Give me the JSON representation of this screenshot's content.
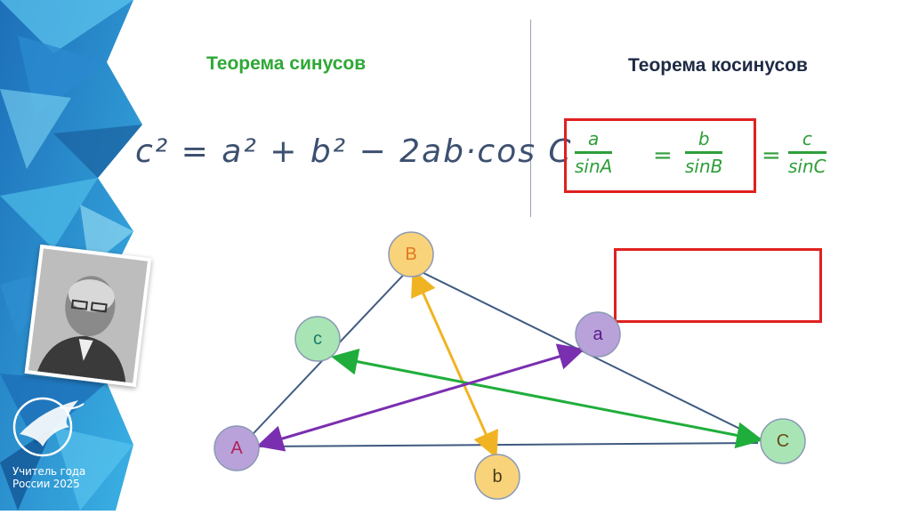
{
  "titles": {
    "sine_theorem": "Теорема синусов",
    "cosine_theorem": "Теорема косинусов"
  },
  "formulas": {
    "cosine": "c² = a² + b² − 2ab·cos C",
    "sine": {
      "frac1": {
        "num": "a",
        "den": "sinA"
      },
      "eq1": "=",
      "frac2": {
        "num": "b",
        "den": "sinB"
      },
      "eq2": "=",
      "frac3": {
        "num": "c",
        "den": "sinC"
      }
    }
  },
  "triangle": {
    "vertices": {
      "A": "A",
      "B": "B",
      "C": "C"
    },
    "sides": {
      "a": "a",
      "b": "b",
      "c": "c"
    }
  },
  "logo": {
    "line1": "Учитель года",
    "line2": "России 2025"
  },
  "colors": {
    "sine_title": "#2ea836",
    "cosine_title": "#1f2a44",
    "frame_red": "#e02020",
    "handwriting_green": "#2f9e3a",
    "handwriting_blue": "#3c5070",
    "node_orange_fill": "#f9d37a",
    "node_green_fill": "#a9e5b4",
    "node_purple_fill": "#b9a2d9",
    "arrow_yellow": "#f0b423",
    "arrow_green": "#1fae3b",
    "arrow_purple": "#7a2fb0",
    "triangle_edge": "#3f5a80"
  }
}
